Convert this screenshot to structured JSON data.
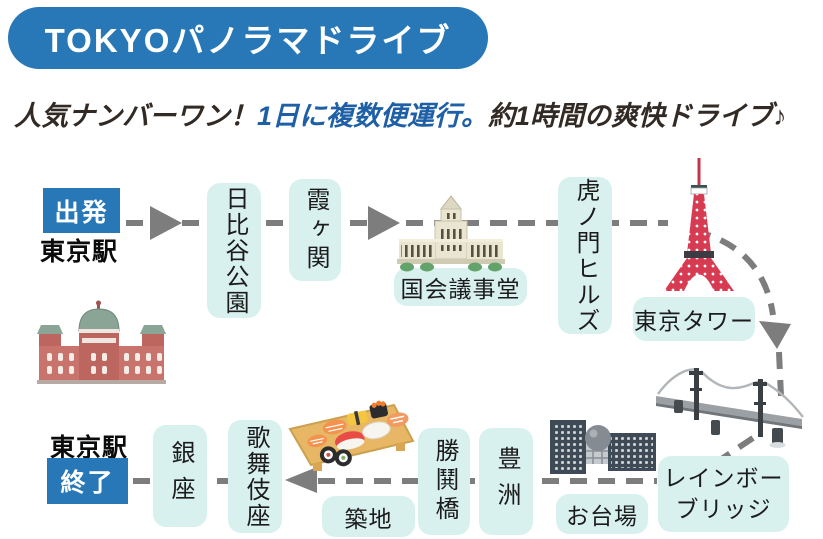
{
  "title": "TOKYOパノラマドライブ",
  "tagline": {
    "lead": "人気ナンバーワン！",
    "highlight": "1日に複数便運行。",
    "tail": "約1時間の爽快ドライブ♪"
  },
  "route": {
    "departure_badge": "出発",
    "departure_station": "東京駅",
    "finish_badge": "終了",
    "finish_station": "東京駅",
    "stops": {
      "hibiya_park": "日比谷公園",
      "kasumigaseki": "霞ヶ関",
      "national_diet": "国会議事堂",
      "toranomon_hills": "虎ノ門ヒルズ",
      "tokyo_tower": "東京タワー",
      "rainbow_bridge_line1": "レインボー",
      "rainbow_bridge_line2": "ブリッジ",
      "odaiba": "お台場",
      "toyosu": "豊洲",
      "kachidoki_bridge": "勝鬨橋",
      "tsukiji": "築地",
      "kabukiza": "歌舞伎座",
      "ginza": "銀座"
    }
  },
  "illustrations": {
    "tokyo_station": "tokyo-station-building-illustration",
    "national_diet": "national-diet-building-illustration",
    "tokyo_tower": "tokyo-tower-illustration",
    "rainbow_bridge": "rainbow-bridge-illustration",
    "odaiba": "odaiba-buildings-illustration",
    "sushi": "sushi-platter-illustration"
  },
  "colors": {
    "accent_blue": "#2878b8",
    "box_cyan": "#d8f1ef",
    "dash_gray": "#7d7d7d",
    "tagline_dark": "#322a24",
    "tagline_blue": "#1e5fa6",
    "tower_red": "#d73b52"
  }
}
